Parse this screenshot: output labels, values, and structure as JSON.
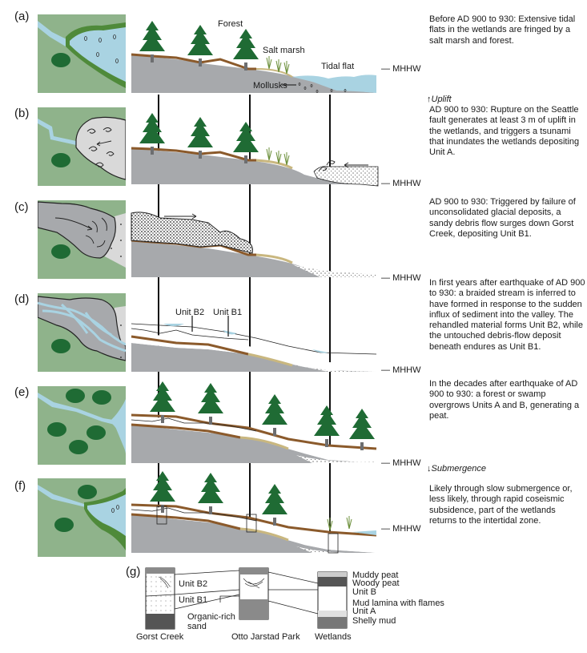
{
  "panels": [
    {
      "id": "a",
      "label": "(a)",
      "description": "Before AD 900 to 930: Extensive tidal flats in the wetlands are fringed by a salt marsh and forest.",
      "annotations": [
        "Forest",
        "Salt marsh",
        "Tidal flat",
        "Mollusks"
      ]
    },
    {
      "id": "b",
      "label": "(b)",
      "description": "AD 900 to 930: Rupture on the Seattle fault generates at least 3 m of uplift in the wetlands, and triggers a tsunami that inundates the wetlands depositing Unit A.",
      "note": "Uplift"
    },
    {
      "id": "c",
      "label": "(c)",
      "description": "AD 900 to 930: Triggered by failure of unconsolidated glacial deposits, a sandy debris flow surges down Gorst Creek, depositing Unit B1."
    },
    {
      "id": "d",
      "label": "(d)",
      "description": "In first years after earthquake of AD 900 to 930: a braided stream is inferred to have formed in response to the sudden influx of sediment into the valley.  The rehandled material forms Unit B2, while the untouched debris-flow deposit beneath endures as Unit B1.",
      "annotations": [
        "Unit B2",
        "Unit B1"
      ]
    },
    {
      "id": "e",
      "label": "(e)",
      "description": "In the decades after earthquake of AD 900 to 930: a forest or swamp overgrows Units A and B, generating a peat."
    },
    {
      "id": "f",
      "label": "(f)",
      "description": "Likely through slow submergence or, less likely, through rapid coseismic subsidence, part of the wetlands returns to the intertidal zone.",
      "note": "Submergence"
    }
  ],
  "mhhw_label": "MHHW",
  "columns": {
    "label": "(g)",
    "sites": [
      "Gorst Creek",
      "Otto Jarstad Park",
      "Wetlands"
    ],
    "gorst_units": [
      "Unit B2",
      "Unit B1",
      "Organic-rich sand"
    ],
    "wetlands_units": [
      "Muddy peat",
      "Woody peat",
      "Unit B",
      "Mud lamina with flames",
      "Unit A",
      "Shelly mud"
    ]
  },
  "colors": {
    "land": "#8fb38b",
    "forest": "#1f6b34",
    "marsh": "#4f8a3a",
    "water": "#a9d3e2",
    "bedrock": "#a7a9ac",
    "peat": "#8b5a2b",
    "sand": "#c9b77f",
    "debris": "#d0d0d0"
  }
}
